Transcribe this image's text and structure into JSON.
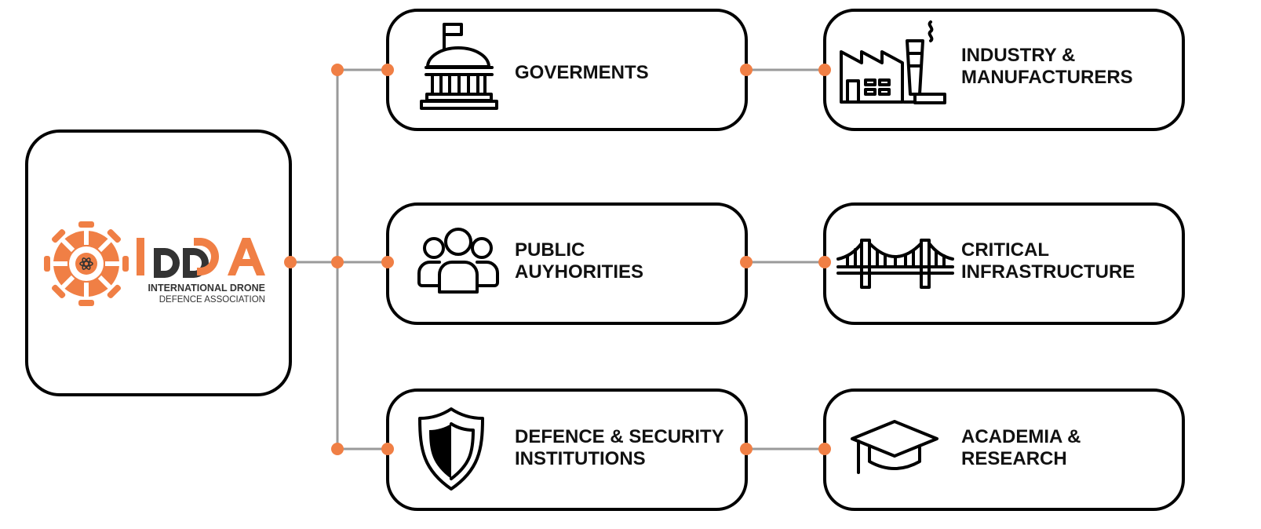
{
  "colors": {
    "accent": "#f07f45",
    "connector": "#9a9a9a",
    "border": "#000000",
    "logo_dark": "#333333"
  },
  "center": {
    "logo": {
      "mark": "IDDA",
      "line1": "INTERNATIONAL DRONE",
      "line2": "DEFENCE ASSOCIATION",
      "icon": "drone-rotor-logo-icon"
    }
  },
  "nodes": {
    "governments": {
      "line1": "GOVERMENTS",
      "line2": "",
      "icon": "government-building-icon"
    },
    "public": {
      "line1": "PUBLIC",
      "line2": "AUYHORITIES",
      "icon": "people-group-icon"
    },
    "defence": {
      "line1": "DEFENCE & SECURITY",
      "line2": "INSTITUTIONS",
      "icon": "shield-icon"
    },
    "industry": {
      "line1": "INDUSTRY &",
      "line2": "MANUFACTURERS",
      "icon": "factory-icon"
    },
    "infrastructure": {
      "line1": "CRITICAL",
      "line2": "INFRASTRUCTURE",
      "icon": "bridge-icon"
    },
    "academia": {
      "line1": "ACADEMIA &",
      "line2": "RESEARCH",
      "icon": "graduation-cap-icon"
    }
  }
}
